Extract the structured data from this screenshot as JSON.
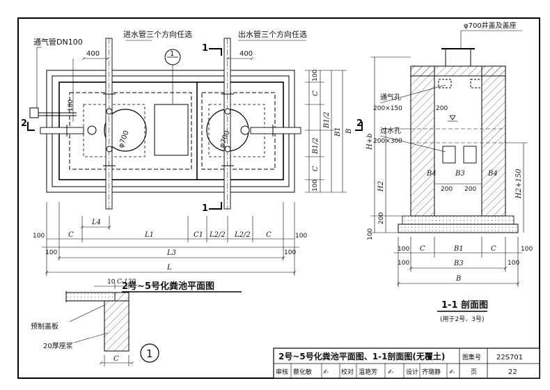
{
  "plan": {
    "title": "2号~5号化粪池平面图",
    "labels": {
      "vent_pipe": "通气管DN100",
      "inlet_note": "进水管三个方向任选",
      "outlet_note": "出水管三个方向任选",
      "diameter": "φ700",
      "section_num": "1"
    },
    "dims": {
      "d400": "400",
      "d180": "180",
      "d100": "100",
      "C": "C",
      "B1_2": "B1/2",
      "B": "B",
      "B1": "B1",
      "L4": "L4",
      "L1": "L1",
      "C1": "C1",
      "L2_2": "L2/2",
      "L3": "L3",
      "L": "L"
    },
    "section_mark": {
      "one": "1",
      "two": "2"
    }
  },
  "section": {
    "title": "1-1 剖面图",
    "subtitle": "(用于2号、3号)",
    "labels": {
      "cover": "φ700井盖及盖座",
      "vent_hole": "通气孔",
      "vent_hole_size": "200×150",
      "overflow_hole": "过水孔",
      "overflow_hole_size": "200×300"
    },
    "dims": {
      "d200": "200",
      "d100": "100",
      "H_b": "H+b",
      "H2": "H2",
      "H2_150": "H2+150",
      "B4": "B4",
      "B3": "B3",
      "C": "C",
      "B1": "B1",
      "B": "B"
    }
  },
  "detail": {
    "num": "1",
    "dim_top": "10",
    "dim_c130": "C-130",
    "label_cover": "预制盖板",
    "label_mortar": "20厚座浆",
    "dim_c": "C"
  },
  "title_block": {
    "title": "2号~5号化粪池平面图、1-1剖面图(无覆土)",
    "atlas_label": "图集号",
    "atlas_no": "22S701",
    "review_label": "审核",
    "reviewer": "蔡化敏",
    "check_label": "校对",
    "checker": "温艳芳",
    "design_label": "设计",
    "designer": "齐璐静",
    "page_label": "页",
    "page_no": "22"
  }
}
